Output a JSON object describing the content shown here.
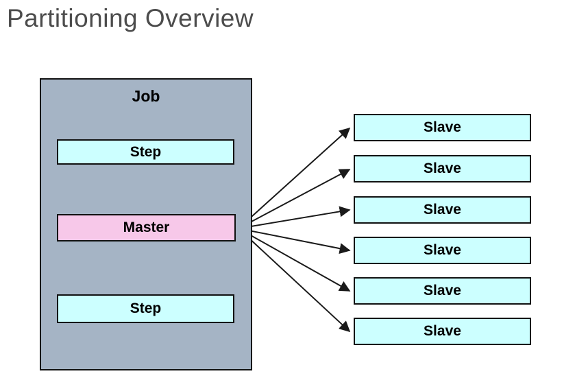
{
  "title": "Partitioning Overview",
  "diagram": {
    "job": {
      "label": "Job"
    },
    "steps": [
      {
        "label": "Step"
      },
      {
        "label": "Step"
      }
    ],
    "master": {
      "label": "Master"
    },
    "slaves": [
      {
        "label": "Slave"
      },
      {
        "label": "Slave"
      },
      {
        "label": "Slave"
      },
      {
        "label": "Slave"
      },
      {
        "label": "Slave"
      },
      {
        "label": "Slave"
      }
    ],
    "colors": {
      "background": "#ffffff",
      "job_fill": "#a5b4c5",
      "step_fill": "#ccffff",
      "master_fill": "#f7c8e9",
      "border": "#111111",
      "arrow": "#1a1a1a",
      "title_color": "#4c4c4c"
    }
  }
}
